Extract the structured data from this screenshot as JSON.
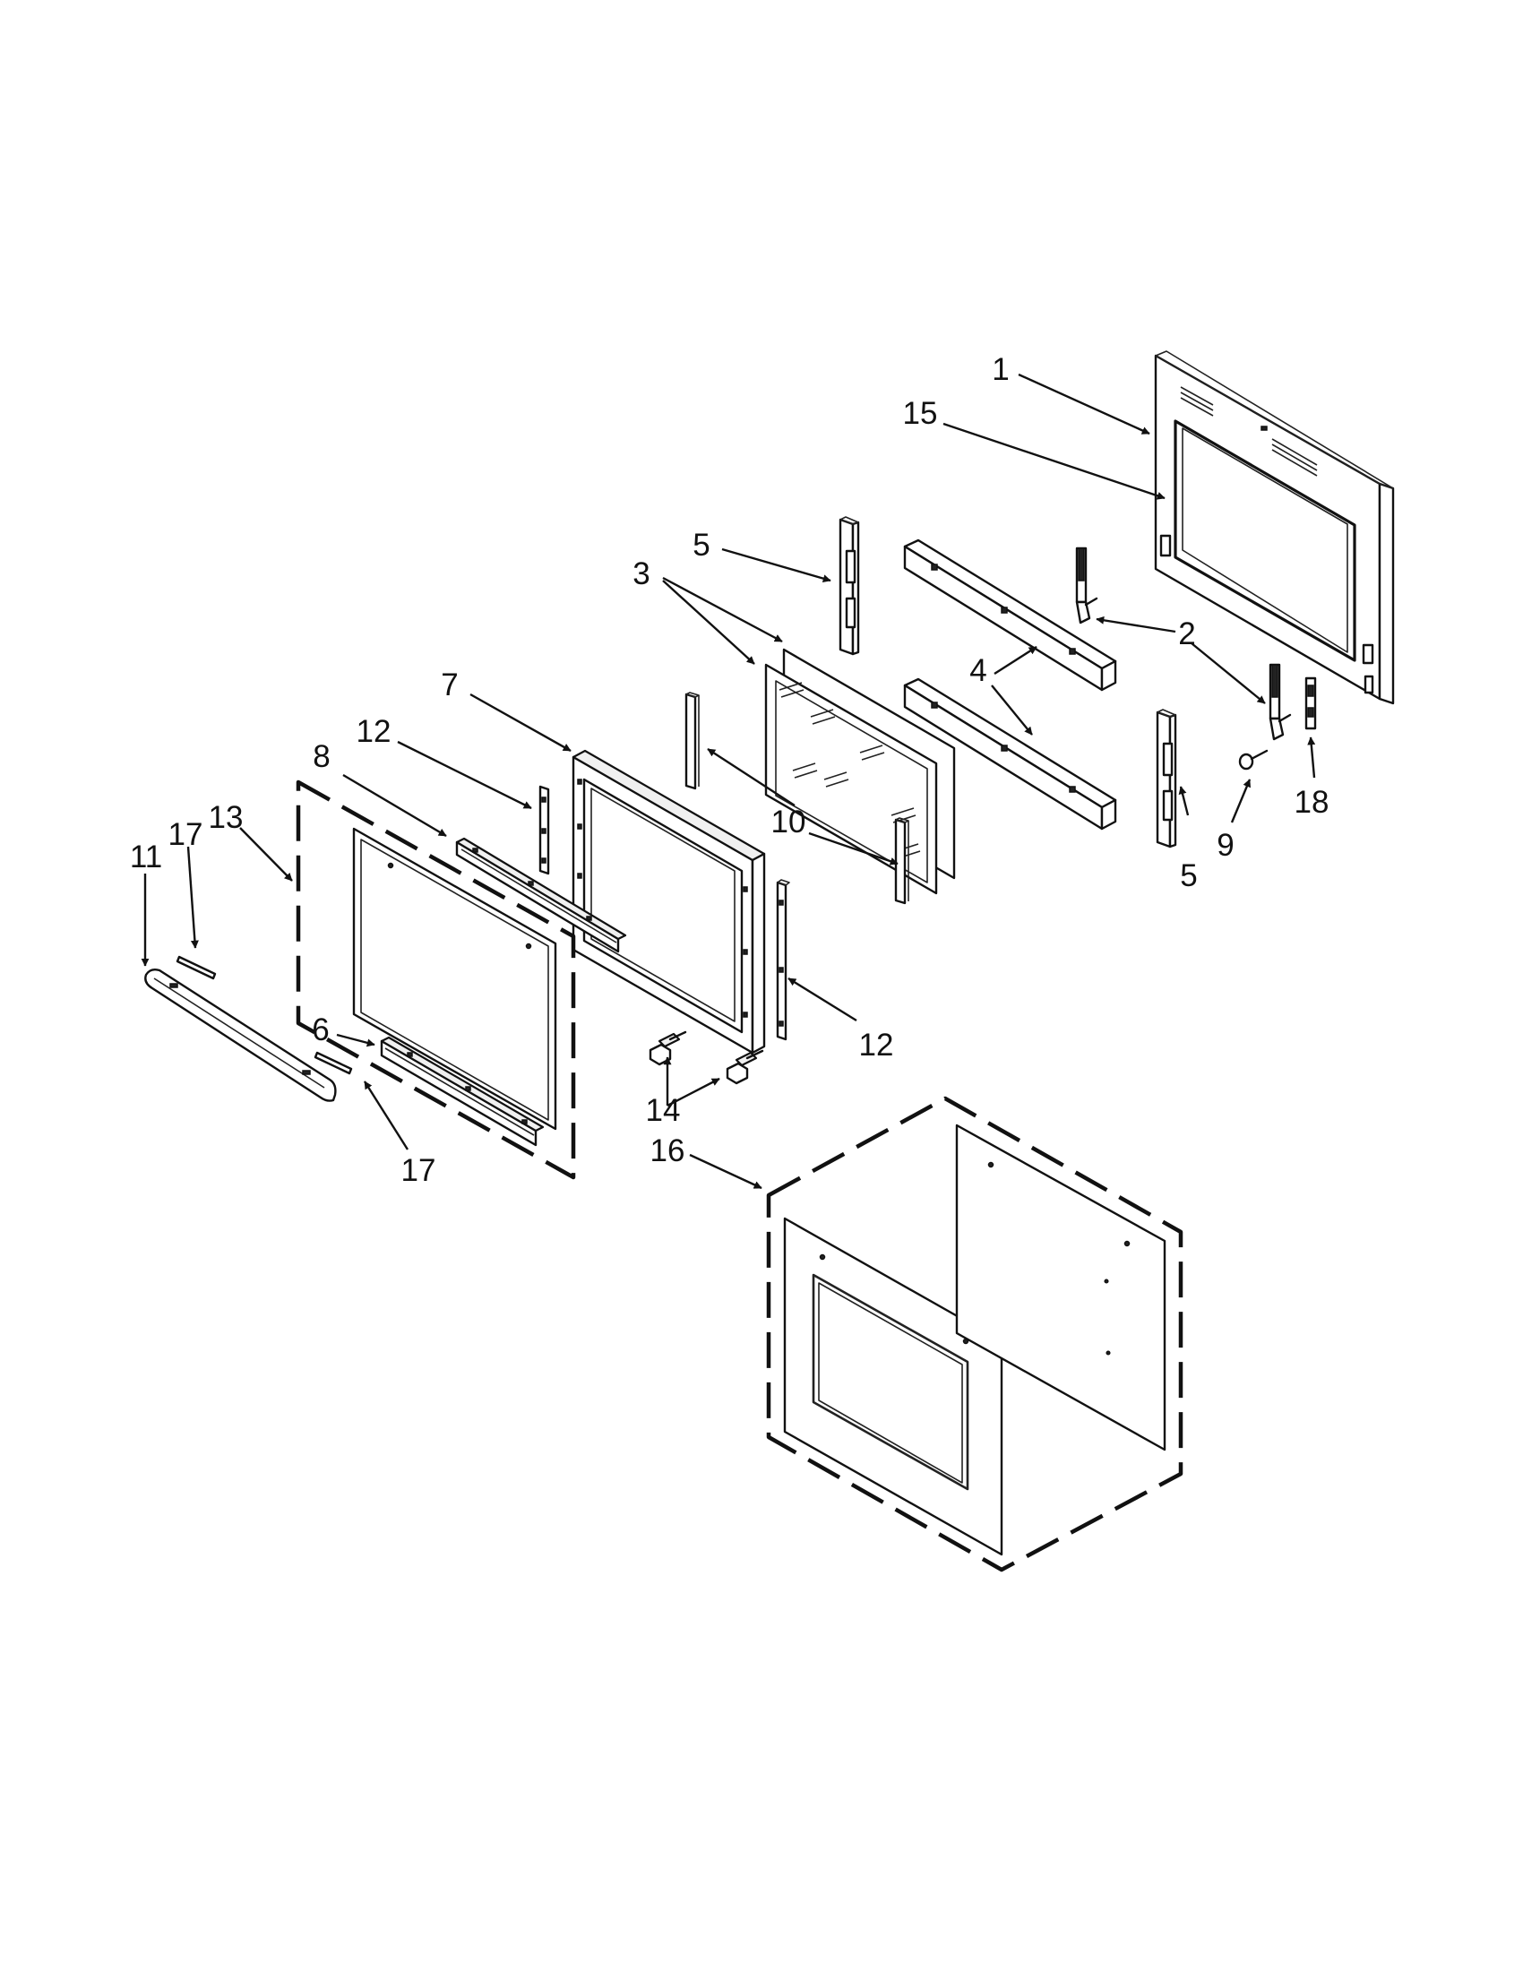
{
  "diagram": {
    "callouts": [
      {
        "id": "c1",
        "text": "1"
      },
      {
        "id": "c15",
        "text": "15"
      },
      {
        "id": "c5a",
        "text": "5"
      },
      {
        "id": "c3",
        "text": "3"
      },
      {
        "id": "c2",
        "text": "2"
      },
      {
        "id": "c4",
        "text": "4"
      },
      {
        "id": "c7",
        "text": "7"
      },
      {
        "id": "c12a",
        "text": "12"
      },
      {
        "id": "c8",
        "text": "8"
      },
      {
        "id": "c10",
        "text": "10"
      },
      {
        "id": "c5b",
        "text": "5"
      },
      {
        "id": "c9",
        "text": "9"
      },
      {
        "id": "c18",
        "text": "18"
      },
      {
        "id": "c13",
        "text": "13"
      },
      {
        "id": "c17a",
        "text": "17"
      },
      {
        "id": "c11",
        "text": "11"
      },
      {
        "id": "c6",
        "text": "6"
      },
      {
        "id": "c12b",
        "text": "12"
      },
      {
        "id": "c14",
        "text": "14"
      },
      {
        "id": "c17b",
        "text": "17"
      },
      {
        "id": "c16",
        "text": "16"
      }
    ]
  }
}
